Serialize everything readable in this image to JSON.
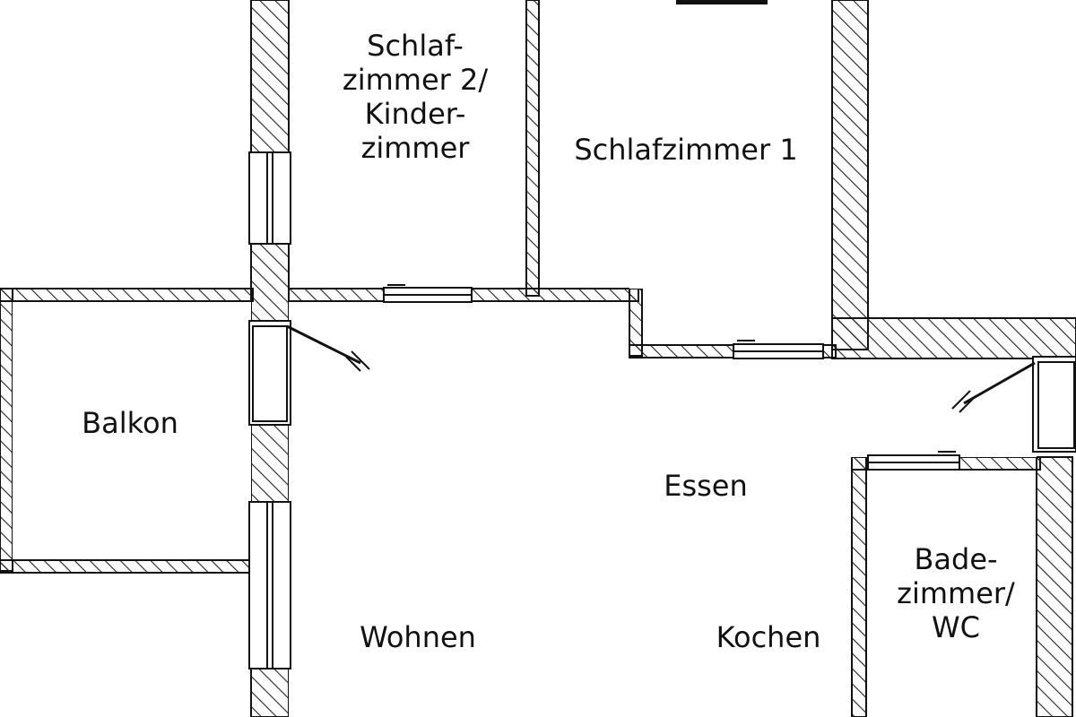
{
  "colors": {
    "background": "#ffffff",
    "wall_stroke": "#111111",
    "hatch": "#222222"
  },
  "rooms": {
    "schlafzimmer2": {
      "lines": [
        "Schlaf-",
        "zimmer 2/",
        "Kinder-",
        "zimmer"
      ]
    },
    "schlafzimmer1": {
      "lines": [
        "Schlafzimmer 1"
      ]
    },
    "balkon": {
      "lines": [
        "Balkon"
      ]
    },
    "essen": {
      "lines": [
        "Essen"
      ]
    },
    "wohnen": {
      "lines": [
        "Wohnen"
      ]
    },
    "kochen": {
      "lines": [
        "Kochen"
      ]
    },
    "badezimmer": {
      "lines": [
        "Bade-",
        "zimmer/",
        "WC"
      ]
    }
  }
}
